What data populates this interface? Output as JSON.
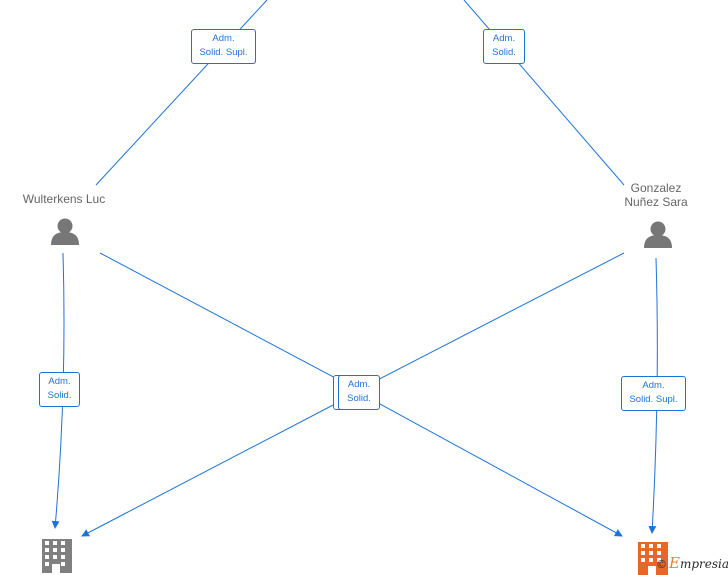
{
  "persons": [
    {
      "name_lines": [
        "Wulterkens Luc"
      ]
    },
    {
      "name_lines": [
        "Gonzalez",
        "Nuñez Sara"
      ]
    }
  ],
  "labels": {
    "top_left": [
      "Adm.",
      "Solid. Supl."
    ],
    "top_right": [
      "Adm.",
      "Solid."
    ],
    "left": [
      "Adm.",
      "Solid."
    ],
    "center": [
      "Adm.",
      "Solid."
    ],
    "right": [
      "Adm.",
      "Solid. Supl."
    ]
  },
  "colors": {
    "edge": "#1e73d8",
    "person_icon": "#777777",
    "company_gray": "#808080",
    "company_orange": "#e8662a"
  },
  "watermark": {
    "copyright": "©",
    "brand_first": "E",
    "brand_rest": "mpresia"
  }
}
